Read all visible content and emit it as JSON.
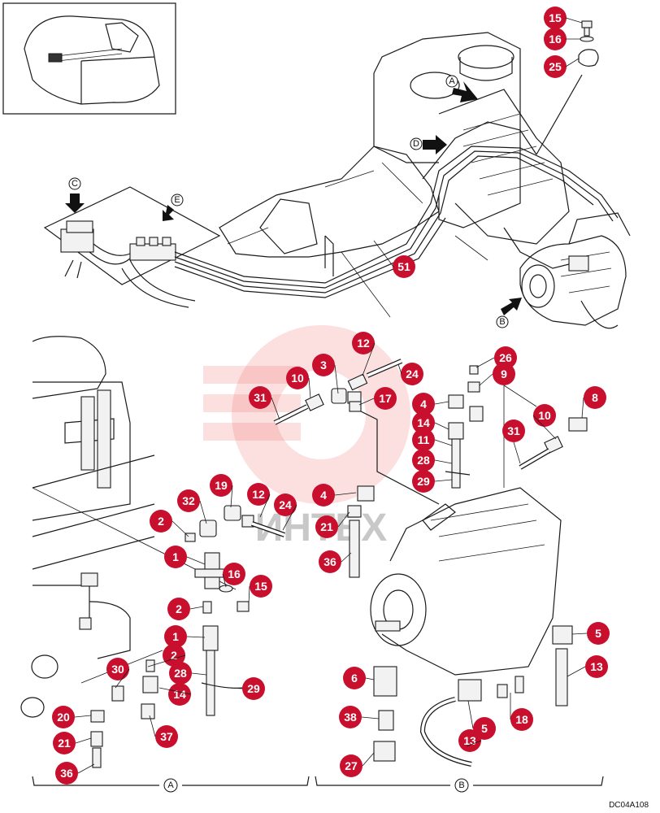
{
  "figure_code": "DC04A108",
  "views": [
    "A",
    "B"
  ],
  "arrow_labels": [
    "A",
    "B",
    "C",
    "D",
    "E"
  ],
  "watermark": "ИНТЕХ",
  "callouts": [
    {
      "id": "c1",
      "text": "15"
    },
    {
      "id": "c2",
      "text": "16"
    },
    {
      "id": "c3",
      "text": "25"
    },
    {
      "id": "c4",
      "text": "51"
    },
    {
      "id": "c5",
      "text": "12"
    },
    {
      "id": "c6",
      "text": "3"
    },
    {
      "id": "c7",
      "text": "10"
    },
    {
      "id": "c8",
      "text": "24"
    },
    {
      "id": "c9",
      "text": "31"
    },
    {
      "id": "c10",
      "text": "17"
    },
    {
      "id": "c11",
      "text": "26"
    },
    {
      "id": "c12",
      "text": "9"
    },
    {
      "id": "c13",
      "text": "4"
    },
    {
      "id": "c14",
      "text": "14"
    },
    {
      "id": "c15",
      "text": "11"
    },
    {
      "id": "c16",
      "text": "28"
    },
    {
      "id": "c17",
      "text": "29"
    },
    {
      "id": "c18",
      "text": "8"
    },
    {
      "id": "c19",
      "text": "10"
    },
    {
      "id": "c20",
      "text": "31"
    },
    {
      "id": "c21",
      "text": "32"
    },
    {
      "id": "c22",
      "text": "19"
    },
    {
      "id": "c23",
      "text": "12"
    },
    {
      "id": "c24",
      "text": "24"
    },
    {
      "id": "c25",
      "text": "2"
    },
    {
      "id": "c26",
      "text": "1"
    },
    {
      "id": "c27",
      "text": "16"
    },
    {
      "id": "c28",
      "text": "15"
    },
    {
      "id": "c29",
      "text": "2"
    },
    {
      "id": "c30",
      "text": "1"
    },
    {
      "id": "c31",
      "text": "2"
    },
    {
      "id": "c32",
      "text": "30"
    },
    {
      "id": "c33",
      "text": "28"
    },
    {
      "id": "c34",
      "text": "14"
    },
    {
      "id": "c35",
      "text": "29"
    },
    {
      "id": "c36",
      "text": "20"
    },
    {
      "id": "c37",
      "text": "37"
    },
    {
      "id": "c38",
      "text": "21"
    },
    {
      "id": "c39",
      "text": "36"
    },
    {
      "id": "c40",
      "text": "4"
    },
    {
      "id": "c41",
      "text": "21"
    },
    {
      "id": "c42",
      "text": "36"
    },
    {
      "id": "c43",
      "text": "5"
    },
    {
      "id": "c44",
      "text": "13"
    },
    {
      "id": "c45",
      "text": "6"
    },
    {
      "id": "c46",
      "text": "38"
    },
    {
      "id": "c47",
      "text": "27"
    },
    {
      "id": "c48",
      "text": "5"
    },
    {
      "id": "c49",
      "text": "13"
    },
    {
      "id": "c50",
      "text": "18"
    }
  ]
}
